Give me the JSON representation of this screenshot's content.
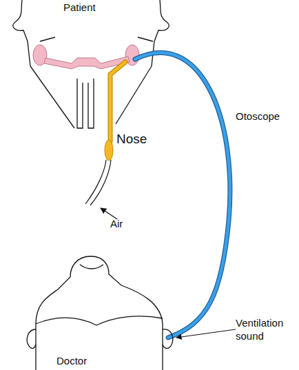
{
  "diagram": {
    "labels": [
      "Patient",
      "Otoscope",
      "Nose",
      "Air",
      "Ventilation sound",
      "Doctor"
    ]
  }
}
